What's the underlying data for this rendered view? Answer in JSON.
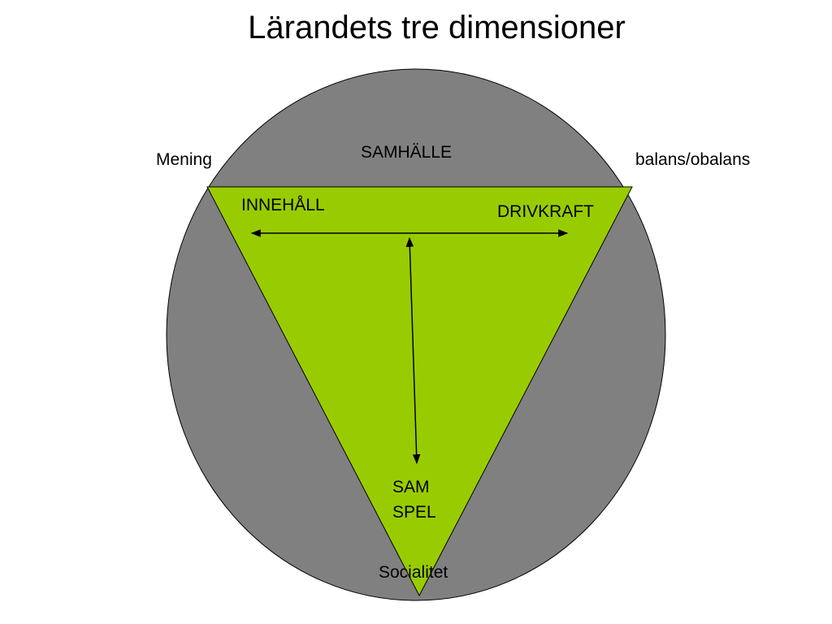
{
  "title": "Lärandets tre dimensioner",
  "labels": {
    "samhalle": "SAMHÄLLE",
    "mening": "Mening",
    "balans": "balans/obalans",
    "innehall": "INNEHÅLL",
    "drivkraft": "DRIVKRAFT",
    "sam": "SAM",
    "spel": "SPEL",
    "socialitet": "Socialitet"
  },
  "colors": {
    "circle": "#808080",
    "triangle": "#99cc00",
    "stroke": "#000000"
  }
}
